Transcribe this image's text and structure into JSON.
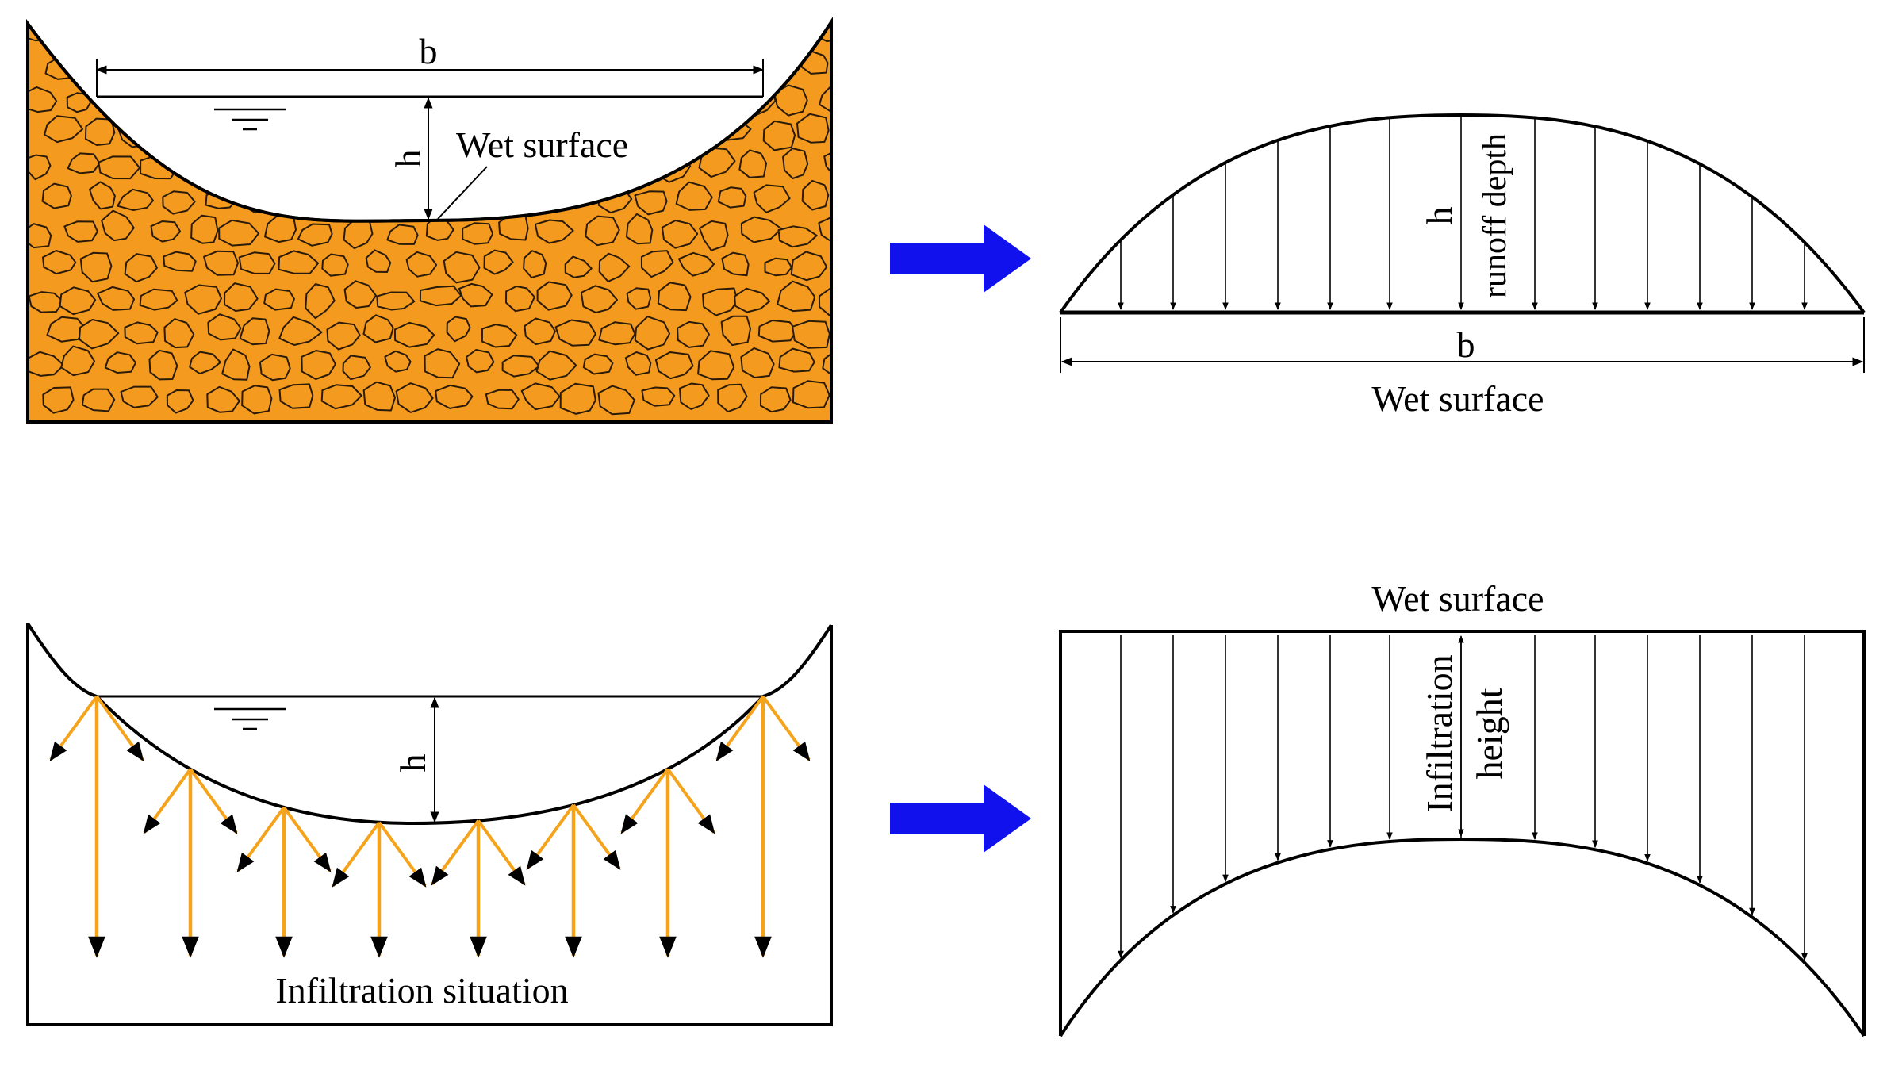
{
  "colors": {
    "soil_fill": "#f39a1f",
    "soil_stroke": "#2a1a08",
    "arrow_blue": "#1111ee",
    "infiltration_arrow": "#f5a31a",
    "line": "#000000"
  },
  "panel_tl": {
    "width_label": "b",
    "depth_label": "h",
    "wet_surface_label": "Wet surface"
  },
  "panel_tr": {
    "depth_label": "h",
    "runoff_label": "runoff depth",
    "width_label": "b",
    "wet_surface_label": "Wet surface"
  },
  "panel_bl": {
    "depth_label": "h",
    "situation_label": "Infiltration situation"
  },
  "panel_br": {
    "wet_surface_label": "Wet surface",
    "infiltration_label_1": "Infiltration",
    "infiltration_label_2": "height"
  },
  "icons": {
    "transform_arrow": "right-arrow-icon",
    "water_level": "water-level-icon"
  }
}
